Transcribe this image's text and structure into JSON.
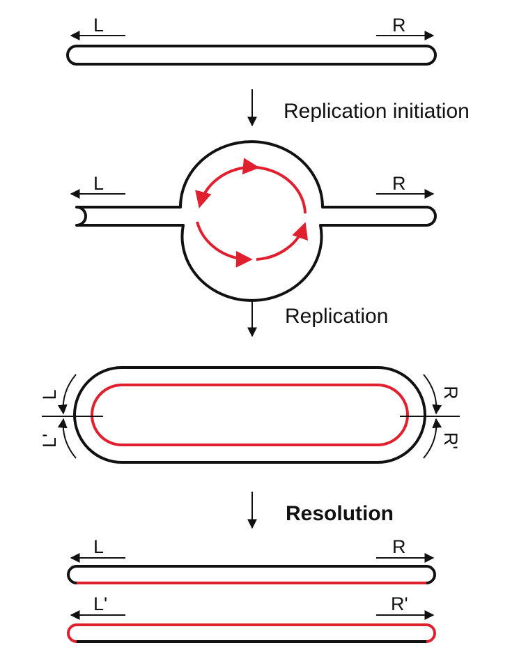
{
  "colors": {
    "strand": "#111111",
    "new_strand": "#e0202e",
    "accent_text": "#e0202e"
  },
  "steps": {
    "initiation": "Replication initiation",
    "replication": "Replication",
    "resolution": "Resolution"
  },
  "ends": {
    "left": "L",
    "right": "R",
    "left_prime": "L'",
    "right_prime": "R'"
  }
}
